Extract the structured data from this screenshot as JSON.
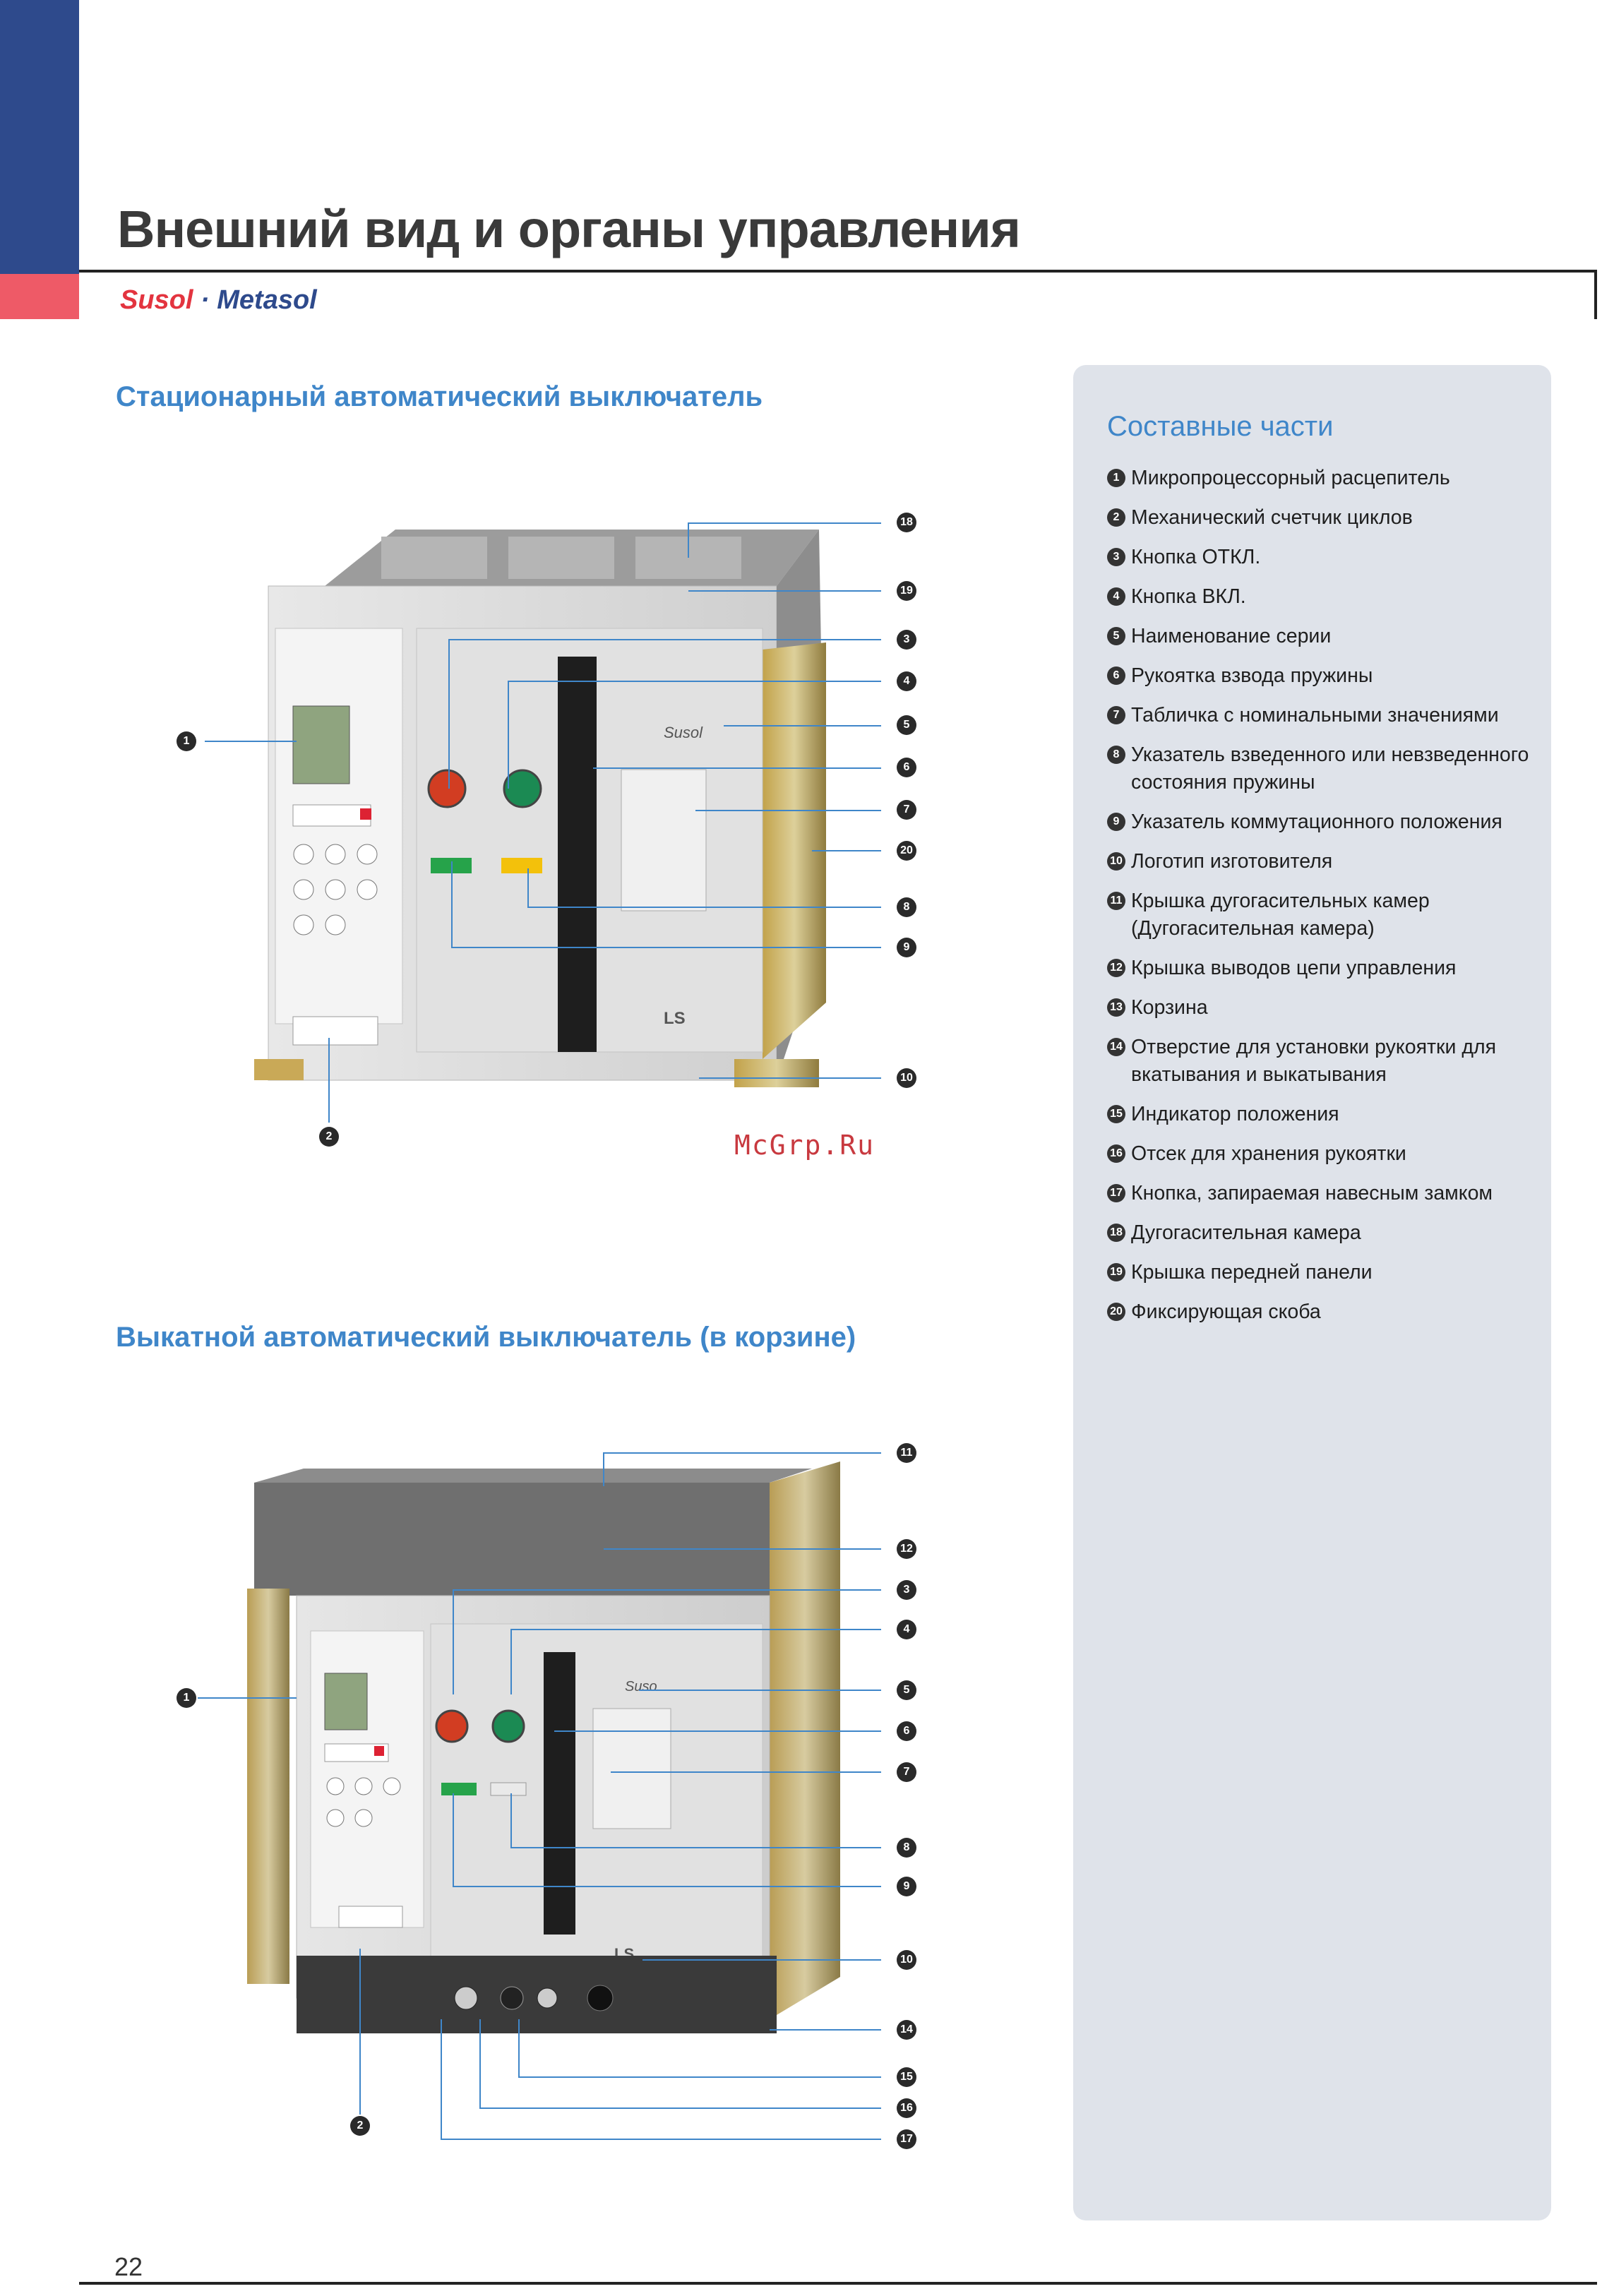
{
  "header": {
    "title": "Внешний вид и органы управления",
    "brand_part1": "Susol",
    "brand_separator": "·",
    "brand_part2": "Metasol"
  },
  "colors": {
    "navy": "#2e4a8c",
    "red": "#ee5a67",
    "section_blue": "#3f86c9",
    "panel_bg": "#dfe3ea"
  },
  "section_fixed": {
    "title": "Стационарный автоматический выключатель"
  },
  "section_drawout": {
    "title": "Выкатной автоматический выключатель (в корзине)"
  },
  "parts_panel": {
    "title": "Составные части",
    "items": [
      {
        "n": "1",
        "text": "Микропроцессорный расцепитель"
      },
      {
        "n": "2",
        "text": "Механический счетчик циклов"
      },
      {
        "n": "3",
        "text": "Кнопка ОТКЛ."
      },
      {
        "n": "4",
        "text": "Кнопка ВКЛ."
      },
      {
        "n": "5",
        "text": "Наименование серии"
      },
      {
        "n": "6",
        "text": "Рукоятка взвода пружины"
      },
      {
        "n": "7",
        "text": "Табличка с номинальными значениями"
      },
      {
        "n": "8",
        "text": "Указатель взведенного или невзведенного состояния пружины"
      },
      {
        "n": "9",
        "text": "Указатель коммутационного положения"
      },
      {
        "n": "10",
        "text": "Логотип изготовителя"
      },
      {
        "n": "11",
        "text": "Крышка дугогасительных камер (Дугогасительная камера)"
      },
      {
        "n": "12",
        "text": "Крышка выводов цепи управления"
      },
      {
        "n": "13",
        "text": "Корзина"
      },
      {
        "n": "14",
        "text": "Отверстие для установки рукоятки для вкатывания и выкатывания"
      },
      {
        "n": "15",
        "text": "Индикатор положения"
      },
      {
        "n": "16",
        "text": "Отсек для хранения рукоятки"
      },
      {
        "n": "17",
        "text": "Кнопка, запираемая навесным замком"
      },
      {
        "n": "18",
        "text": "Дугогасительная камера"
      },
      {
        "n": "19",
        "text": "Крышка передней панели"
      },
      {
        "n": "20",
        "text": "Фиксирующая скоба"
      }
    ]
  },
  "callouts_fixed": [
    "18",
    "19",
    "3",
    "4",
    "5",
    "6",
    "7",
    "20",
    "8",
    "9",
    "10",
    "1",
    "2"
  ],
  "callouts_drawout": [
    "11",
    "12",
    "3",
    "4",
    "5",
    "6",
    "7",
    "8",
    "9",
    "10",
    "14",
    "15",
    "16",
    "17",
    "1",
    "2"
  ],
  "watermark": "McGrp.Ru",
  "page_number": "22"
}
